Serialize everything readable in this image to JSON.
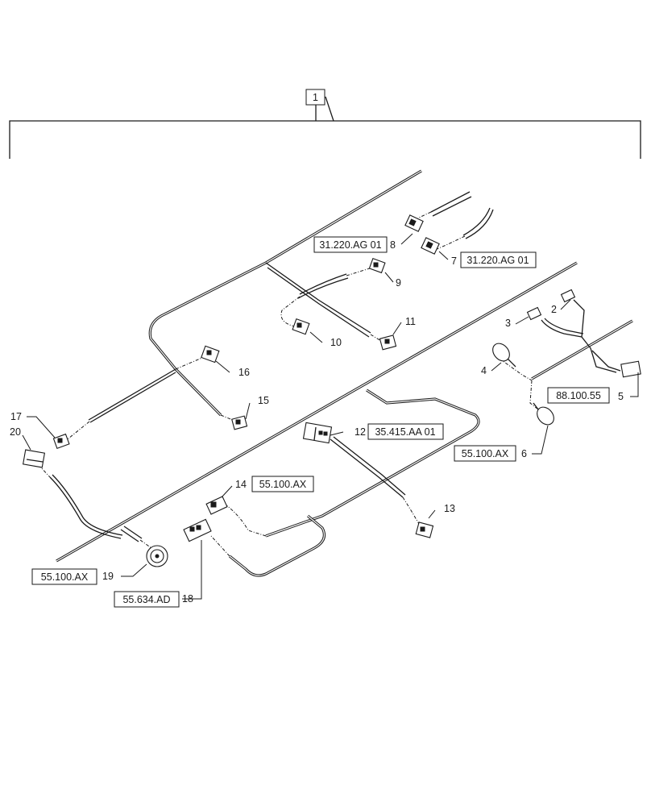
{
  "diagram": {
    "assembly_item": "1",
    "items": {
      "i2": "2",
      "i3": "3",
      "i4": "4",
      "i5": "5",
      "i6": "6",
      "i7": "7",
      "i8": "8",
      "i9": "9",
      "i10": "10",
      "i11": "11",
      "i12": "12",
      "i13": "13",
      "i14": "14",
      "i15": "15",
      "i16": "16",
      "i17": "17",
      "i18": "18",
      "i19": "19",
      "i20": "20"
    },
    "references": {
      "r8": "31.220.AG 01",
      "r7": "31.220.AG 01",
      "r5": "88.100.55",
      "r6": "55.100.AX",
      "r12": "35.415.AA 01",
      "r14": "55.100.AX",
      "r19": "55.100.AX",
      "r18": "55.634.AD"
    }
  }
}
